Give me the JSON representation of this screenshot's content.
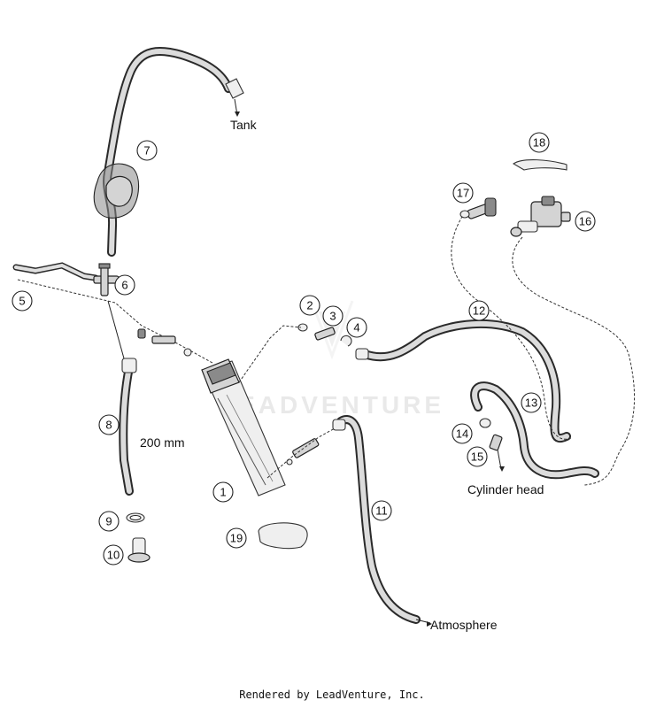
{
  "watermark": "LEADVENTURE",
  "footer": "Rendered by LeadVenture, Inc.",
  "labels": {
    "tank": "Tank",
    "length": "200 mm",
    "cylinder_head": "Cylinder head",
    "atmosphere": "Atmosphere"
  },
  "callouts": [
    "1",
    "2",
    "3",
    "4",
    "5",
    "6",
    "7",
    "8",
    "9",
    "10",
    "11",
    "12",
    "13",
    "14",
    "15",
    "16",
    "17",
    "18",
    "19"
  ]
}
